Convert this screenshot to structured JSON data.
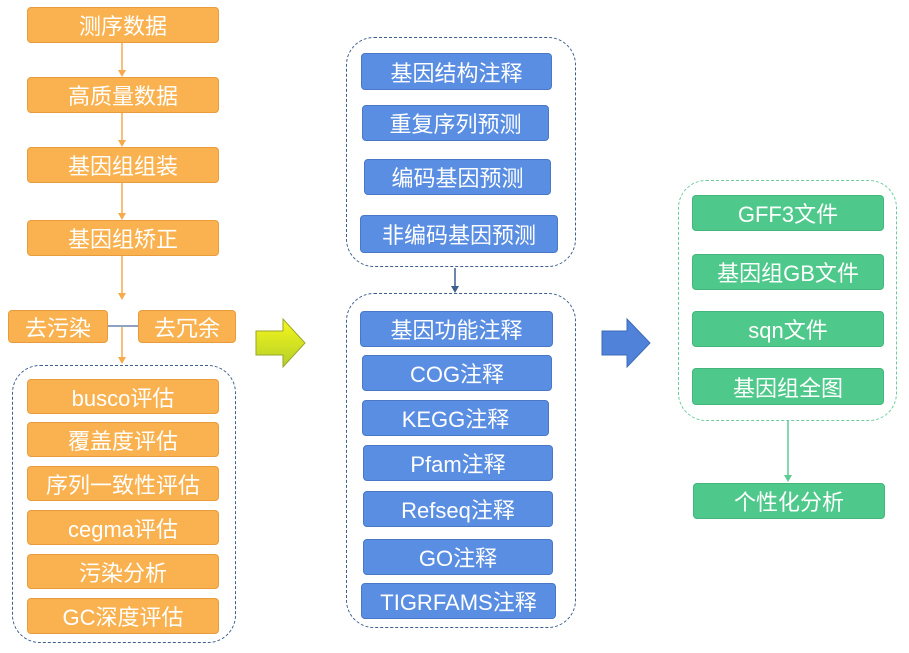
{
  "left_column": {
    "pipeline": [
      "测序数据",
      "高质量数据",
      "基因组组装",
      "基因组矫正"
    ],
    "cleanup": [
      "去污染",
      "去冗余"
    ],
    "assessment": [
      "busco评估",
      "覆盖度评估",
      "序列一致性评估",
      "cegma评估",
      "污染分析",
      "GC深度评估"
    ]
  },
  "middle_column": {
    "prediction": [
      "基因结构注释",
      "重复序列预测",
      "编码基因预测",
      "非编码基因预测"
    ],
    "function": [
      "基因功能注释",
      "COG注释",
      "KEGG注释",
      "Pfam注释",
      "Refseq注释",
      "GO注释",
      "TIGRFAMS注释"
    ]
  },
  "right_column": {
    "outputs": [
      "GFF3文件",
      "基因组GB文件",
      "sqn文件",
      "基因组全图"
    ],
    "final": "个性化分析"
  },
  "colors": {
    "orange_box": "#F9B24F",
    "orange_border": "#E89C3C",
    "blue_box": "#5A8EE2",
    "blue_border": "#4A78C6",
    "green_box": "#4FC98B",
    "green_border": "#44B57B",
    "group_border_blue": "#3E5E8E",
    "group_border_green": "#6CCB9C",
    "orange_arrow": "#F7AA4C",
    "blue_arrow": "#4F82D8",
    "blue_arrow_border": "#3E6BB8",
    "yellow_top": "#F7F71A",
    "yellow_bottom": "#B3CF2A",
    "yellow_border": "#9AA62C",
    "green_arrow": "#5CCB95",
    "connector": "#6A84AE",
    "text": "#FFFFFF"
  }
}
